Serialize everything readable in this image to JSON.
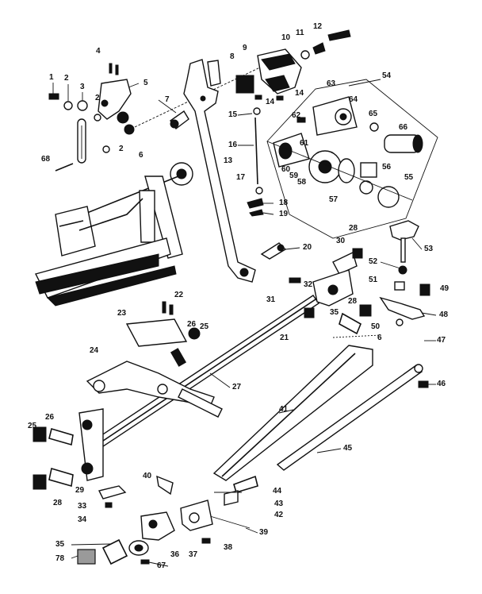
{
  "diagram": {
    "part_numbers": [
      "1",
      "2",
      "2",
      "2",
      "3",
      "4",
      "5",
      "6",
      "7",
      "8",
      "9",
      "10",
      "11",
      "12",
      "13",
      "14",
      "14",
      "15",
      "16",
      "17",
      "18",
      "19",
      "20",
      "21",
      "22",
      "23",
      "24",
      "25",
      "25",
      "26",
      "26",
      "27",
      "28",
      "28",
      "28",
      "29",
      "30",
      "31",
      "32",
      "33",
      "34",
      "35",
      "35",
      "36",
      "37",
      "38",
      "39",
      "40",
      "41",
      "42",
      "43",
      "44",
      "45",
      "46",
      "47",
      "48",
      "49",
      "50",
      "51",
      "52",
      "53",
      "54",
      "55",
      "56",
      "57",
      "58",
      "59",
      "60",
      "61",
      "62",
      "63",
      "64",
      "65",
      "66",
      "67",
      "68",
      "6",
      "78"
    ]
  }
}
